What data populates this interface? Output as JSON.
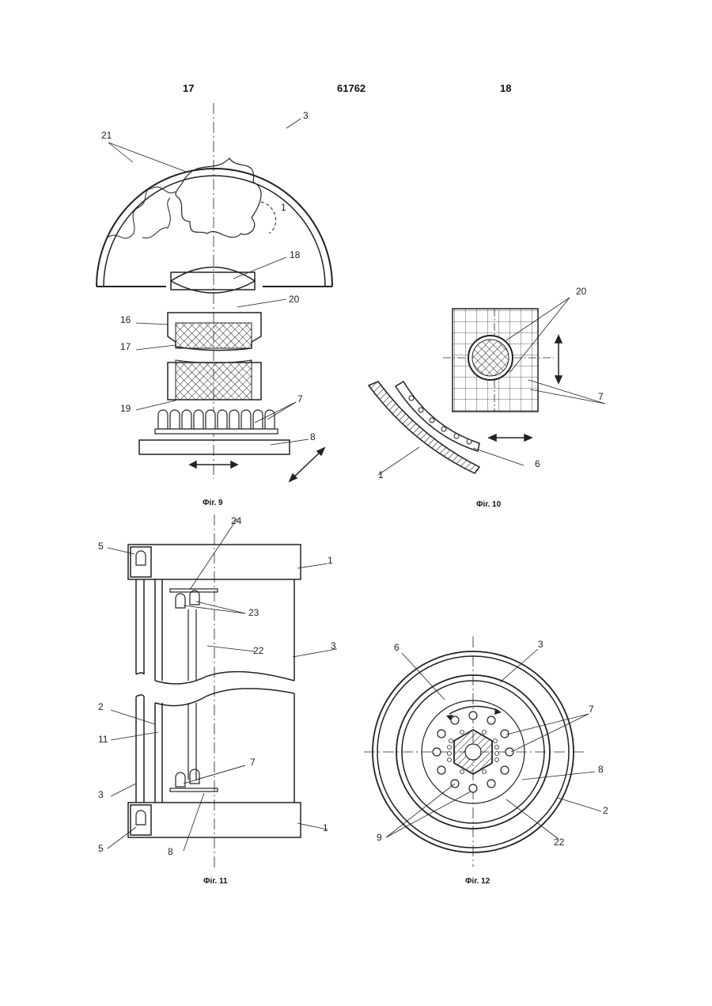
{
  "header": {
    "left_page": "17",
    "patent_number": "61762",
    "right_page": "18"
  },
  "figures": [
    {
      "caption": "Фіг. 9",
      "labels": [
        "3",
        "21",
        "1",
        "18",
        "20",
        "16",
        "17",
        "19",
        "7",
        "8"
      ]
    },
    {
      "caption": "Фіг. 10",
      "labels": [
        "20",
        "7",
        "1",
        "6"
      ]
    },
    {
      "caption": "Фіг. 11",
      "labels": [
        "24",
        "5",
        "1",
        "23",
        "22",
        "3",
        "2",
        "11",
        "3",
        "7",
        "5",
        "8",
        "1"
      ]
    },
    {
      "caption": "Фіг. 12",
      "labels": [
        "6",
        "3",
        "7",
        "8",
        "2",
        "9",
        "22"
      ]
    }
  ],
  "colors": {
    "ink": "#222222",
    "paper": "#ffffff"
  }
}
